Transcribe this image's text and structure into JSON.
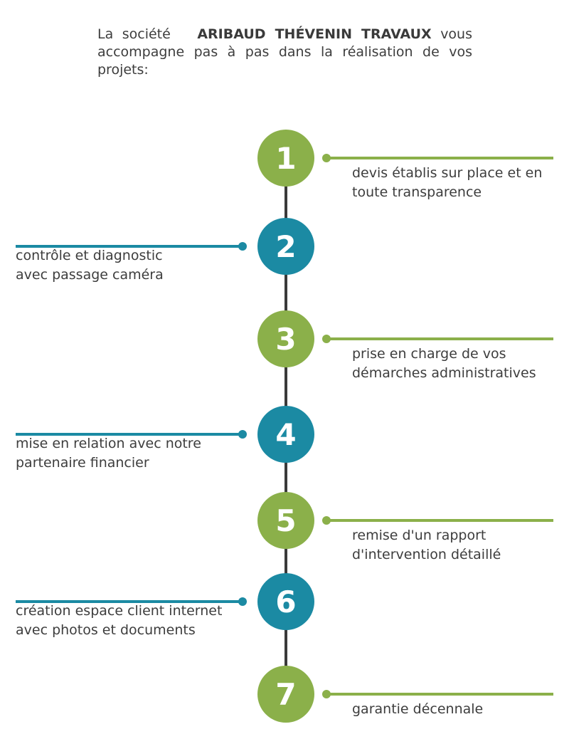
{
  "intro": {
    "prefix": "La société",
    "brand": "ARIBAUD THÉVENIN TRAVAUX",
    "suffix": "vous accompagne pas à pas dans la réalisation de vos projets:"
  },
  "colors": {
    "green": "#8bb04a",
    "teal": "#1b8aa3",
    "spine": "#3a3a3a",
    "text": "#3d3d3d"
  },
  "steps": [
    {
      "number": "1",
      "color": "green",
      "side": "right",
      "lines": [
        "devis établis sur place et en",
        "toute transparence"
      ]
    },
    {
      "number": "2",
      "color": "teal",
      "side": "left",
      "lines": [
        "contrôle et diagnostic",
        "avec passage caméra"
      ]
    },
    {
      "number": "3",
      "color": "green",
      "side": "right",
      "lines": [
        "prise en charge de vos",
        "démarches administratives"
      ]
    },
    {
      "number": "4",
      "color": "teal",
      "side": "left",
      "lines": [
        "mise en relation avec notre",
        "partenaire financier"
      ]
    },
    {
      "number": "5",
      "color": "green",
      "side": "right",
      "lines": [
        "remise d'un rapport",
        "d'intervention détaillé"
      ]
    },
    {
      "number": "6",
      "color": "teal",
      "side": "left",
      "lines": [
        "création espace client internet",
        "avec photos et documents"
      ]
    },
    {
      "number": "7",
      "color": "green",
      "side": "right",
      "lines": [
        "garantie décennale"
      ]
    }
  ]
}
